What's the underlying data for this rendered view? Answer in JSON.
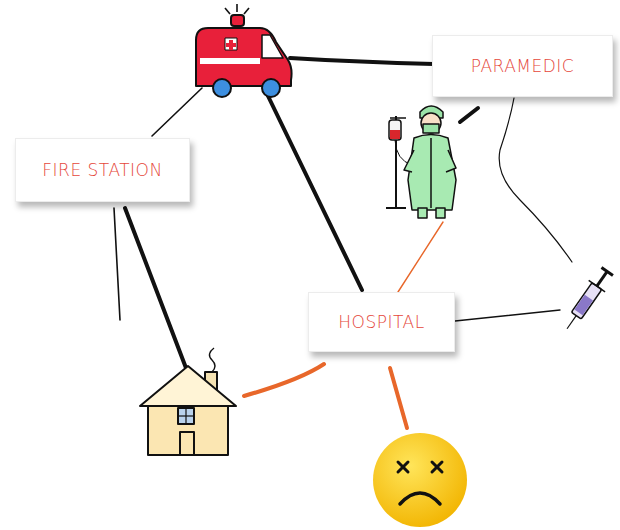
{
  "diagram": {
    "nodes": [
      {
        "text": [
          "PARAMEDIC"
        ]
      },
      {
        "text": [
          "FIRE STATION"
        ]
      },
      {
        "text": [
          "HOSPITAL"
        ]
      }
    ]
  }
}
